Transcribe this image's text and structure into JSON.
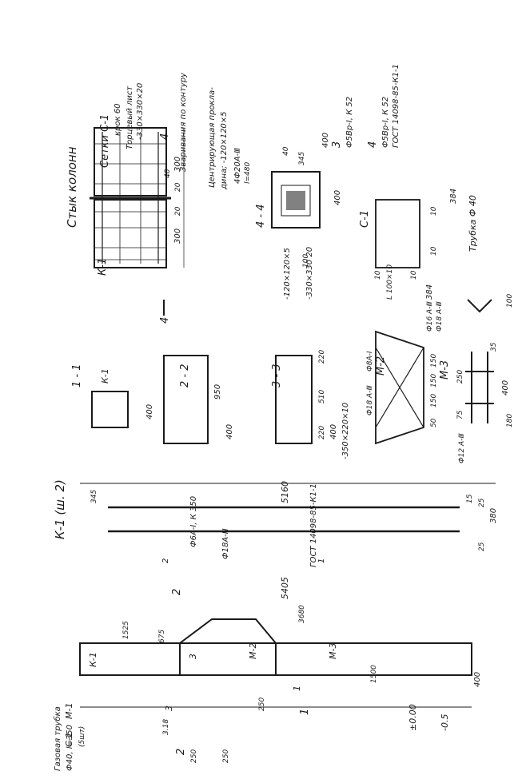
{
  "drawing": {
    "joint": {
      "title": "Стык колонн",
      "mesh_title": "Сетки С-1",
      "mesh_step": "крок 60",
      "end_sheet": "Торцевый лист",
      "end_sheet_size": "-330×330×20",
      "weld": "Зваривания по контуру",
      "centering_pad": "Центрирующая прокла-",
      "centering_pad_2": "дина; -120×120×5",
      "bars": "4Ф20А-Ⅲ",
      "bars_len": "l=480",
      "callout_4": "4",
      "k1": "К-1",
      "dim_300a": "300",
      "dim_300b": "300",
      "dim_20a": "20",
      "dim_20b": "20",
      "dim_40": "40",
      "section_mark_4": "4"
    },
    "section44": {
      "title": "4 - 4",
      "dim_400": "400",
      "dim_40": "40",
      "dim_345": "345",
      "dim_100": "100",
      "dim_400b": "400",
      "pad": "-120×120×5",
      "plate": "-330×330 20"
    },
    "mesh": {
      "title": "С-1",
      "callout_3": "3",
      "bar_3": "Ф5Вр-Ⅰ, К 52",
      "callout_4": "4",
      "bar_4": "Ф5Вр-Ⅰ, К 52",
      "gost": "ГОСТ 14098-85-К1-1",
      "dim_384": "384",
      "dim_384b": "384",
      "dim_10a": "10",
      "dim_10b": "10",
      "dim_10c": "10",
      "dim_10d": "10"
    },
    "sections": {
      "s11": "1 - 1",
      "k1": "К-1",
      "dim_400a": "400",
      "s22": "2 - 2",
      "dim_950": "950",
      "dim_400b": "400",
      "s33": "3 - 3",
      "dim_220a": "220",
      "dim_510": "510",
      "dim_220b": "220",
      "dim_400c": "400",
      "plate": "-350×220×10"
    },
    "m2": {
      "title": "М-2",
      "angle": "L 100×10",
      "bar_a": "Ф8А-Ⅰ",
      "bar_b": "Ф16 А-Ⅲ",
      "bar_c": "Ф18 А-Ⅲ",
      "bar_d": "Ф18 А-Ⅲ",
      "dims": [
        "50",
        "150",
        "150",
        "150"
      ]
    },
    "m3": {
      "title": "М-3",
      "dim_35": "35",
      "dim_250": "250",
      "dim_75": "75",
      "dim_400": "400",
      "dim_180": "180",
      "bar": "Ф12 А-Ⅲ"
    },
    "tube": {
      "label": "Трубка Ф 40",
      "dim_100": "100"
    },
    "k1elev": {
      "title": "К-1 (ш. 2)",
      "dim_5160": "5160",
      "dim_345": "345",
      "dim_15": "15",
      "dim_25a": "25",
      "dim_380": "380",
      "dim_25b": "25",
      "bar_1": "Ф18А-Ⅲ",
      "pos_1": "1",
      "bar_2": "Ф6А-Ⅰ, К 350",
      "pos_2": "2",
      "gost": "ГОСТ 14098-85-К1-1"
    },
    "column": {
      "mark_2a": "2",
      "dim_5405": "5405",
      "m1": "М-1",
      "k1": "К-1",
      "dim_1525": "1525",
      "dim_675": "675",
      "mark_3a": "3",
      "m2": "М-2",
      "dim_3680": "3680",
      "m3": "М-3",
      "mark_1a": "1",
      "dim_1500": "1500",
      "dim_400": "400",
      "c1": "С-1",
      "c1_qty": "(5шт)",
      "tube_a": "Газовая трубка",
      "tube_b": "Ф40, l=350",
      "mark_3b": "3",
      "dim_318": "3.18",
      "dim_250a": "250",
      "dim_250b": "250",
      "dim_250c": "250",
      "mark_2b": "2",
      "mark_1b": "1",
      "level_0": "±0.00",
      "level_m05": "-0.5"
    }
  }
}
